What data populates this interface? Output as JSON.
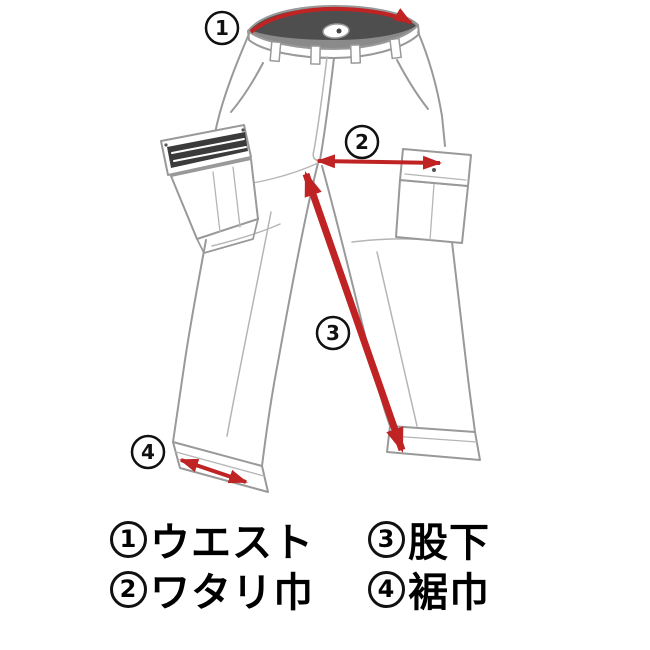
{
  "measurements": [
    {
      "num": "1",
      "label": "ウエスト"
    },
    {
      "num": "2",
      "label": "ワタリ巾"
    },
    {
      "num": "3",
      "label": "股下"
    },
    {
      "num": "4",
      "label": "裾巾"
    }
  ],
  "colors": {
    "arrow": "#bf2323",
    "outline": "#999999",
    "flap_dark": "#3b3b3b",
    "circle_stroke": "#111111",
    "text": "#000000",
    "background": "#ffffff"
  }
}
